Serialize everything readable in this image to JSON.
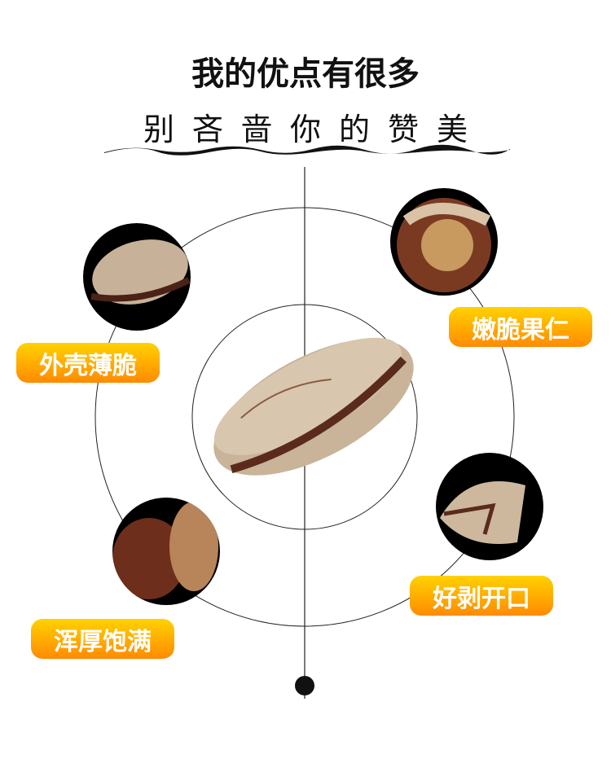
{
  "header": {
    "title": "我的优点有很多",
    "subtitle": "别吝啬你的赞美"
  },
  "features": [
    {
      "label": "外壳薄脆"
    },
    {
      "label": "嫩脆果仁"
    },
    {
      "label": "好剥开口"
    },
    {
      "label": "浑厚饱满"
    }
  ],
  "colors": {
    "badge_top": "#ffd200",
    "badge_bottom": "#ff8a00",
    "line": "#111111"
  }
}
